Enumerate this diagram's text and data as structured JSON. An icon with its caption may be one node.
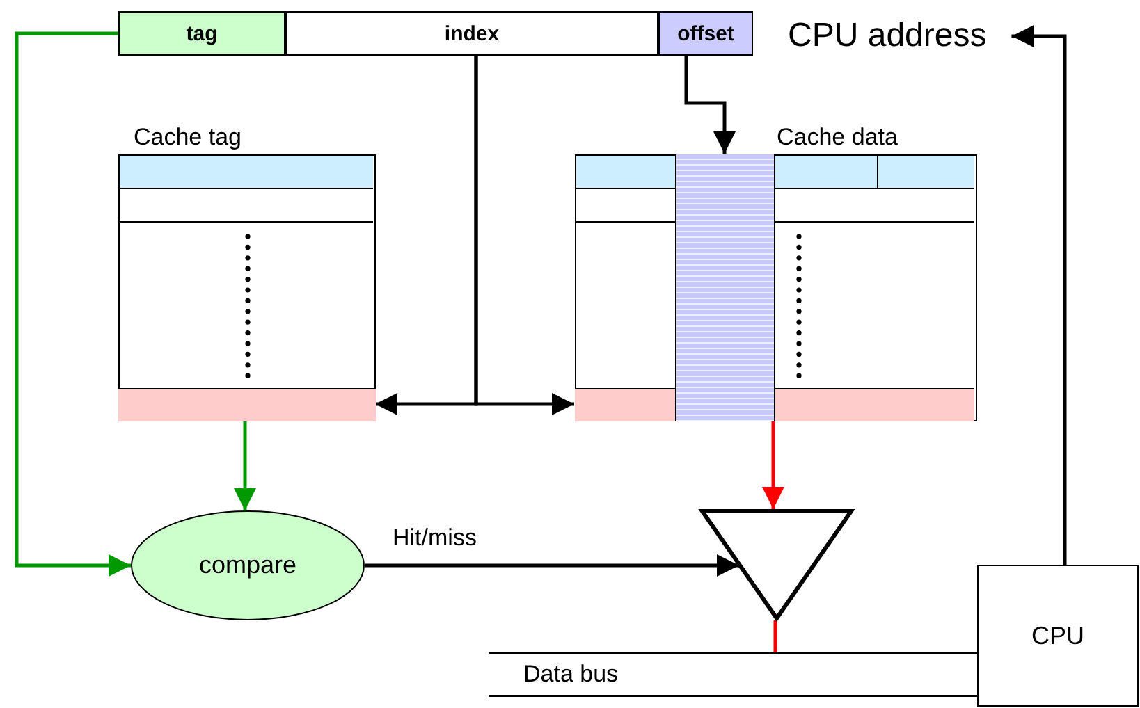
{
  "diagram": {
    "nodes": [
      {
        "text": [
          "tag"
        ]
      },
      {
        "text": [
          "index"
        ]
      },
      {
        "text": [
          "offset"
        ]
      },
      {
        "text": [
          "CPU address"
        ]
      },
      {
        "text": [
          "Cache tag"
        ]
      },
      {
        "text": [],
        "shape": "box",
        "in": 4
      },
      {
        "text": [
          "Cache data"
        ]
      },
      {
        "text": [],
        "shape": "box",
        "in": 6
      },
      {
        "text": [],
        "shape": "box",
        "in": 6
      },
      {
        "text": [
          "compare"
        ]
      },
      {
        "text": [],
        "shape": "triangle"
      },
      {
        "text": [
          "CPU"
        ]
      },
      {
        "text": [
          "Data bus"
        ]
      }
    ],
    "edges": [
      {
        "from": 0,
        "to": 9,
        "arrow": "to",
        "color": "#009900"
      },
      {
        "from": 1,
        "to": 5,
        "arrow": "to"
      },
      {
        "from": 1,
        "to": 7,
        "arrow": "to"
      },
      {
        "from": 2,
        "to": 8,
        "arrow": "to"
      },
      {
        "from": 5,
        "to": 9,
        "arrow": "to",
        "color": "#009900"
      },
      {
        "from": 8,
        "to": 10,
        "arrow": "to",
        "color": "#ff0000"
      },
      {
        "from": 9,
        "to": 10,
        "arrow": "to",
        "label": "Hit/miss"
      },
      {
        "from": 10,
        "to": 12,
        "arrow": "none",
        "color": "#ff0000"
      },
      {
        "from": 11,
        "to": 3,
        "arrow": "to"
      }
    ]
  }
}
